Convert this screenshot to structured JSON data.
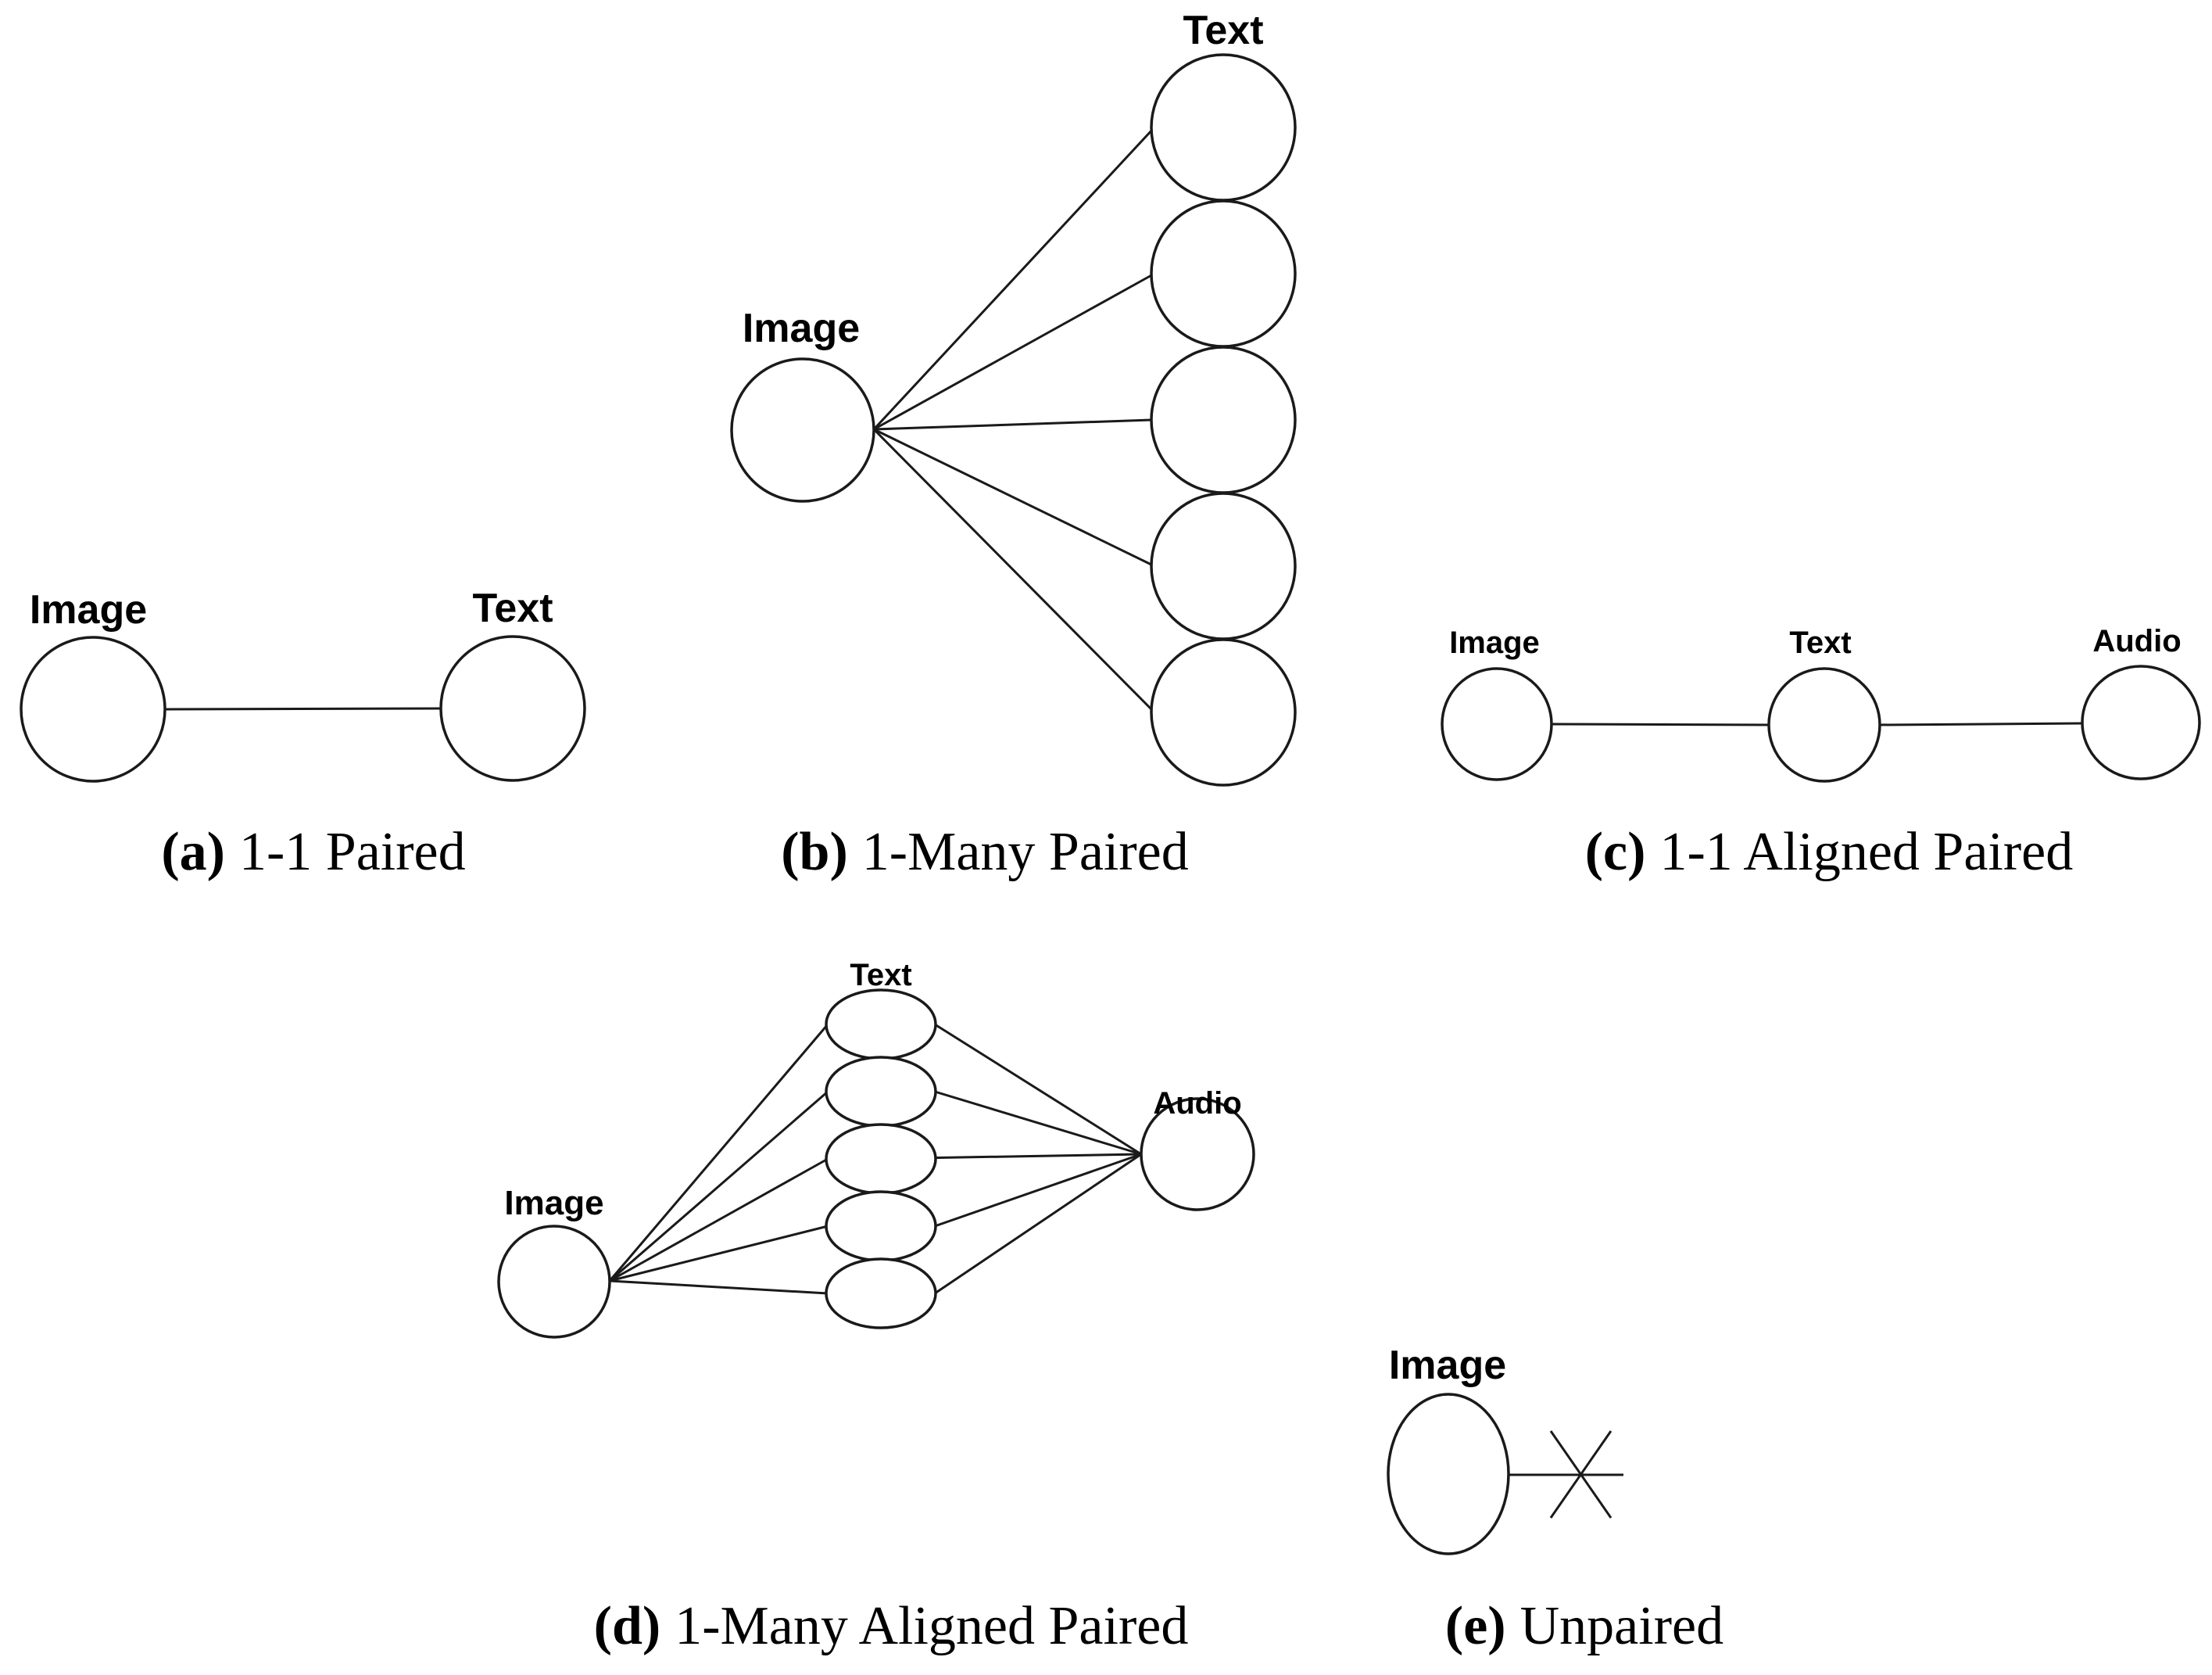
{
  "colors": {
    "background": "#ffffff",
    "stroke": "#1a1a1a",
    "text": "#000000"
  },
  "panels": {
    "a": {
      "caption": {
        "tag": "(a)",
        "text": "1-1 Paired"
      },
      "labels": {
        "left": "Image",
        "right": "Text"
      }
    },
    "b": {
      "caption": {
        "tag": "(b)",
        "text": "1-Many Paired"
      },
      "labels": {
        "source": "Image",
        "targets": "Text"
      },
      "target_count": 5
    },
    "c": {
      "caption": {
        "tag": "(c)",
        "text": "1-1 Aligned Paired"
      },
      "labels": {
        "left": "Image",
        "middle": "Text",
        "right": "Audio"
      }
    },
    "d": {
      "caption": {
        "tag": "(d)",
        "text": "1-Many Aligned Paired"
      },
      "labels": {
        "left": "Image",
        "middle": "Text",
        "right": "Audio"
      },
      "middle_count": 5
    },
    "e": {
      "caption": {
        "tag": "(e)",
        "text": "Unpaired"
      },
      "labels": {
        "left": "Image"
      }
    }
  }
}
